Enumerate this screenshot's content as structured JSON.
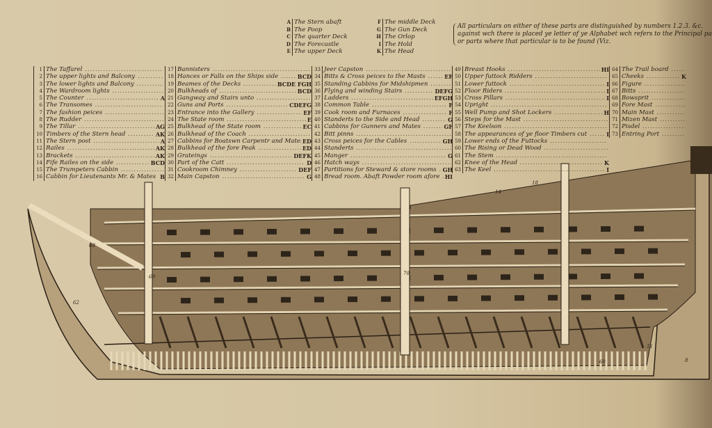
{
  "top_key": {
    "left": [
      {
        "letter": "A",
        "text": "The Stern abaft"
      },
      {
        "letter": "B",
        "text": "The Poop"
      },
      {
        "letter": "C",
        "text": "The quarter Deck"
      },
      {
        "letter": "D",
        "text": "The Forecastle"
      },
      {
        "letter": "E",
        "text": "The upper Deck"
      }
    ],
    "right": [
      {
        "letter": "F",
        "text": "The middle Deck"
      },
      {
        "letter": "G",
        "text": "The Gun Deck"
      },
      {
        "letter": "H",
        "text": "The Orlop"
      },
      {
        "letter": "I",
        "text": "The Hold"
      },
      {
        "letter": "K",
        "text": "The Head"
      }
    ],
    "note": "All particulars on either of these parts are distinguished by numbers 1.2.3. &c. against wch there is placed ye letter of ye Alphabet wch refers to the Principal part or parts where that particular is to be found (Viz."
  },
  "legend": [
    [
      {
        "num": "1",
        "text": "The Taffarel",
        "code": ""
      },
      {
        "num": "2",
        "text": "The upper lights and Balcony",
        "code": ""
      },
      {
        "num": "3",
        "text": "The lower lights and Balcony",
        "code": ""
      },
      {
        "num": "4",
        "text": "The Wardroom lights",
        "code": ""
      },
      {
        "num": "5",
        "text": "The Counter",
        "code": "A"
      },
      {
        "num": "6",
        "text": "The Transomes",
        "code": ""
      },
      {
        "num": "7",
        "text": "The fashion peices",
        "code": ""
      },
      {
        "num": "8",
        "text": "The Rudder",
        "code": ""
      },
      {
        "num": "9",
        "text": "The Tillar",
        "code": "AG"
      },
      {
        "num": "10",
        "text": "Timbers of the Stern head",
        "code": "AK"
      },
      {
        "num": "11",
        "text": "The Stern post",
        "code": "A"
      },
      {
        "num": "12",
        "text": "Railes",
        "code": "AK"
      },
      {
        "num": "13",
        "text": "Brackets",
        "code": "AK"
      },
      {
        "num": "14",
        "text": "Fife Railes on the side",
        "code": "BCD"
      },
      {
        "num": "15",
        "text": "The Trumpeters Cabbin",
        "code": ""
      },
      {
        "num": "16",
        "text": "Cabbin for Lieutenants Mr. & Mates",
        "code": "B"
      }
    ],
    [
      {
        "num": "17",
        "text": "Bannisters",
        "code": ""
      },
      {
        "num": "18",
        "text": "Hances or Falls  on the Ships side",
        "code": "BCD"
      },
      {
        "num": "19",
        "text": "Beames of the Decks",
        "code": "BCDE FGH"
      },
      {
        "num": "20",
        "text": "Bulkheads of",
        "code": "BCD"
      },
      {
        "num": "21",
        "text": "Gangway and Stairs unto",
        "code": ""
      },
      {
        "num": "22",
        "text": "Guns and Ports",
        "code": "CDEFG"
      },
      {
        "num": "23",
        "text": "Entrance into the Gallery",
        "code": "EF"
      },
      {
        "num": "24",
        "text": "The State room",
        "code": "E"
      },
      {
        "num": "25",
        "text": "Bulkhead of the State room",
        "code": "EC"
      },
      {
        "num": "26",
        "text": "Bulkhead of the Coach",
        "code": ""
      },
      {
        "num": "27",
        "text": "Cabbins for Boatswn Carpentr and Mates",
        "code": "ED"
      },
      {
        "num": "28",
        "text": "Bulkhead of the fore Peak",
        "code": "ED"
      },
      {
        "num": "29",
        "text": "Grateings",
        "code": "DEFK"
      },
      {
        "num": "30",
        "text": "Part of the Catt",
        "code": "D"
      },
      {
        "num": "31",
        "text": "Cookroom Chimney",
        "code": "DEF"
      },
      {
        "num": "32",
        "text": "Main Capston",
        "code": "G"
      }
    ],
    [
      {
        "num": "33",
        "text": "Jeer Capston",
        "code": ""
      },
      {
        "num": "34",
        "text": "Bitts & Cross peices to the Masts",
        "code": "EF"
      },
      {
        "num": "35",
        "text": "Standing Cabbins for Midshipmen",
        "code": ""
      },
      {
        "num": "36",
        "text": "Flying and winding Stairs",
        "code": "DEFG"
      },
      {
        "num": "37",
        "text": "Ladders",
        "code": "EFGH"
      },
      {
        "num": "38",
        "text": "Common Table",
        "code": "F"
      },
      {
        "num": "39",
        "text": "Cook room and Furnaces",
        "code": "F"
      },
      {
        "num": "40",
        "text": "Standerts to the Side and Head",
        "code": "G"
      },
      {
        "num": "41",
        "text": "Cabbins for Gunners and Mates",
        "code": "GF"
      },
      {
        "num": "42",
        "text": "Bitt pinns",
        "code": ""
      },
      {
        "num": "43",
        "text": "Cross peices for the Cables",
        "code": "GH"
      },
      {
        "num": "44",
        "text": "Standerts",
        "code": ""
      },
      {
        "num": "45",
        "text": "Manger",
        "code": "G"
      },
      {
        "num": "46",
        "text": "Hatch ways",
        "code": ""
      },
      {
        "num": "47",
        "text": "Partitions for Steward & store rooms",
        "code": "GH"
      },
      {
        "num": "48",
        "text": "Bread room. Abaft Powder room afore",
        "code": "HI"
      }
    ],
    [
      {
        "num": "49",
        "text": "Breast Hooks",
        "code": "HI"
      },
      {
        "num": "50",
        "text": "Upper futtock Ridders",
        "code": ""
      },
      {
        "num": "51",
        "text": "Lower futtock",
        "code": "I"
      },
      {
        "num": "52",
        "text": "Floor Riders",
        "code": "I"
      },
      {
        "num": "53",
        "text": "Cross    Pillars",
        "code": "I"
      },
      {
        "num": "54",
        "text": "Upright",
        "code": ""
      },
      {
        "num": "55",
        "text": "Well Pump and Shot Lockers",
        "code": "H"
      },
      {
        "num": "56",
        "text": "Steps for the Mast",
        "code": ""
      },
      {
        "num": "57",
        "text": "The Keelson",
        "code": ""
      },
      {
        "num": "58",
        "text": "The appearances of ye floor Timbers cut",
        "code": "I"
      },
      {
        "num": "59",
        "text": "Lower ends of the Futtocks",
        "code": ""
      },
      {
        "num": "60",
        "text": "The Rising or Dead Wood",
        "code": ""
      },
      {
        "num": "61",
        "text": "The Stem",
        "code": ""
      },
      {
        "num": "62",
        "text": "Knee of the Head",
        "code": "K"
      },
      {
        "num": "63",
        "text": "The Keel",
        "code": "I"
      }
    ],
    [
      {
        "num": "64",
        "text": "The Trail board",
        "code": ""
      },
      {
        "num": "65",
        "text": "Cheeks",
        "code": "K"
      },
      {
        "num": "66",
        "text": "Figure",
        "code": ""
      },
      {
        "num": "67",
        "text": "Bitts",
        "code": ""
      },
      {
        "num": "68",
        "text": "Bowsprit",
        "code": ""
      },
      {
        "num": "69",
        "text": "Fore Mast",
        "code": ""
      },
      {
        "num": "70",
        "text": "Main Mast",
        "code": ""
      },
      {
        "num": "71",
        "text": "Mizen Mast",
        "code": ""
      },
      {
        "num": "72",
        "text": "Pisdel",
        "code": ""
      },
      {
        "num": "73",
        "text": "Entring Port",
        "code": ""
      }
    ]
  ],
  "ship_labels": [
    "68",
    "69",
    "70",
    "62",
    "60",
    "14",
    "18",
    "11",
    "8"
  ],
  "colors": {
    "paper": "#d8c9a8",
    "ink": "#2a1f14",
    "wood": "#9a8464"
  }
}
